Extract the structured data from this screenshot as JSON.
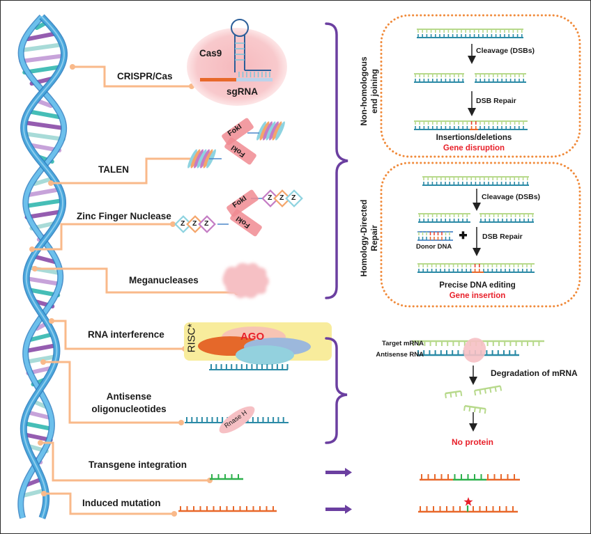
{
  "figure": {
    "methods": [
      {
        "id": "crispr",
        "label": "CRISPR/Cas"
      },
      {
        "id": "talen",
        "label": "TALEN"
      },
      {
        "id": "zfn",
        "label": "Zinc Finger Nuclease"
      },
      {
        "id": "meganucleases",
        "label": "Meganucleases"
      },
      {
        "id": "rnai",
        "label": "RNA interference"
      },
      {
        "id": "antisense",
        "label": "Antisense\noligonucleotides",
        "label_line1": "Antisense",
        "label_line2": "oligonucleotides"
      },
      {
        "id": "transgene",
        "label": "Transgene integration"
      },
      {
        "id": "mutation",
        "label": "Induced mutation"
      }
    ],
    "crispr_parts": {
      "protein": "Cas9",
      "guide": "sgRNA"
    },
    "talen_parts": {
      "nuclease_a": "FokI",
      "nuclease_b": "FokI"
    },
    "zfn_parts": {
      "nuclease_a": "FokI",
      "nuclease_b": "FokI",
      "finger": "Z"
    },
    "rnai_parts": {
      "complex": "RISC*",
      "protein": "AGO"
    },
    "antisense_parts": {
      "enzyme": "Rnase H"
    },
    "nhej": {
      "bracket_label_line1": "Non-homologous",
      "bracket_label_line2": "end joining",
      "step1": "Cleavage (DSBs)",
      "step2": "DSB Repair",
      "result": "Insertions/deletions",
      "outcome": "Gene disruption"
    },
    "hdr": {
      "bracket_label_line1": "Homology-Directed",
      "bracket_label_line2": "Repair",
      "step1": "Cleavage (DSBs)",
      "donor": "Donor DNA",
      "plus": "+",
      "step2": "DSB Repair",
      "result": "Precise DNA editing",
      "outcome": "Gene insertion"
    },
    "rna_pathway": {
      "target": "Target mRNA",
      "antisense": "Antisense RNA",
      "step": "Degradation of mRNA",
      "outcome": "No protein"
    },
    "colors": {
      "connector": "#f9b98a",
      "bracket": "#6b3fa0",
      "dotted_border": "#f08a3a",
      "top_strand": "#b7d98b",
      "bottom_strand": "#2a8aa6",
      "orange_dna": "#e8682a",
      "green_dna": "#2db04b",
      "red_text": "#e8202a",
      "pink": "#f4a3a8",
      "helix_backbone": "#4aa8dc"
    }
  }
}
